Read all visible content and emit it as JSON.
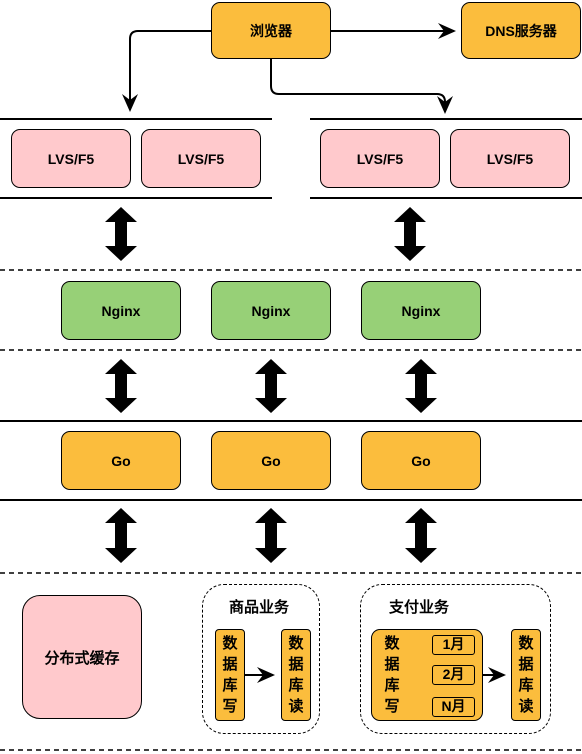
{
  "browser": "浏览器",
  "dns": "DNS服务器",
  "lvs": [
    "LVS/F5",
    "LVS/F5",
    "LVS/F5",
    "LVS/F5"
  ],
  "nginx": [
    "Nginx",
    "Nginx",
    "Nginx"
  ],
  "go": [
    "Go",
    "Go",
    "Go"
  ],
  "cache": "分布式缓存",
  "product_group": {
    "title": "商品业务",
    "db_write": "数据库写",
    "db_read": "数据库读"
  },
  "payment_group": {
    "title": "支付业务",
    "db_write": "数据库写",
    "db_read": "数据库读",
    "months": [
      "1月",
      "2月",
      "N月"
    ]
  },
  "colors": {
    "orange": "#fbbd3d",
    "pink": "#ffc9cc",
    "green": "#97d077"
  }
}
